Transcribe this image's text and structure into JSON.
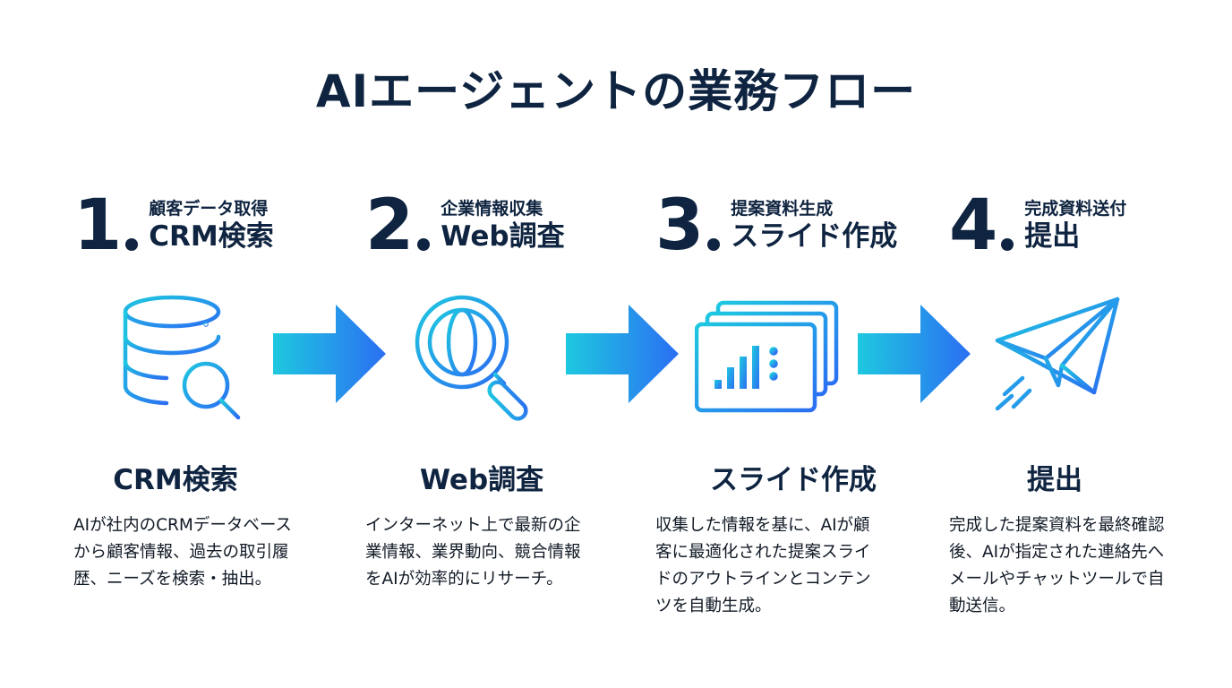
{
  "title": "AIエージェントの業務フロー",
  "steps": [
    {
      "number": "1",
      "subtitle": "顧客データ取得",
      "main": "CRM検索",
      "title": "CRM検索",
      "icon": "database-search-icon",
      "description": "AIが社内のCRMデータベースから顧客情報、過去の取引履歴、ニーズを検索・抽出。"
    },
    {
      "number": "2",
      "subtitle": "企業情報収集",
      "main": "Web調査",
      "title": "Web調査",
      "icon": "globe-magnifier-icon",
      "description": "インターネット上で最新の企業情報、業界動向、競合情報をAIが効率的にリサーチ。"
    },
    {
      "number": "3",
      "subtitle": "提案資料生成",
      "main": "スライド作成",
      "title": "スライド作成",
      "icon": "slides-chart-icon",
      "description": "収集した情報を基に、AIが顧客に最適化された提案スライドのアウトラインとコンテンツを自動生成。"
    },
    {
      "number": "4",
      "subtitle": "完成資料送付",
      "main": "提出",
      "title": "提出",
      "icon": "paper-plane-icon",
      "description": "完成した提案資料を最終確認後、AIが指定された連絡先へメールやチャットツールで自動送信。"
    }
  ],
  "colors": {
    "navy": "#0f2440",
    "gradient_start": "#1ec8e0",
    "gradient_end": "#2b6ff2"
  }
}
